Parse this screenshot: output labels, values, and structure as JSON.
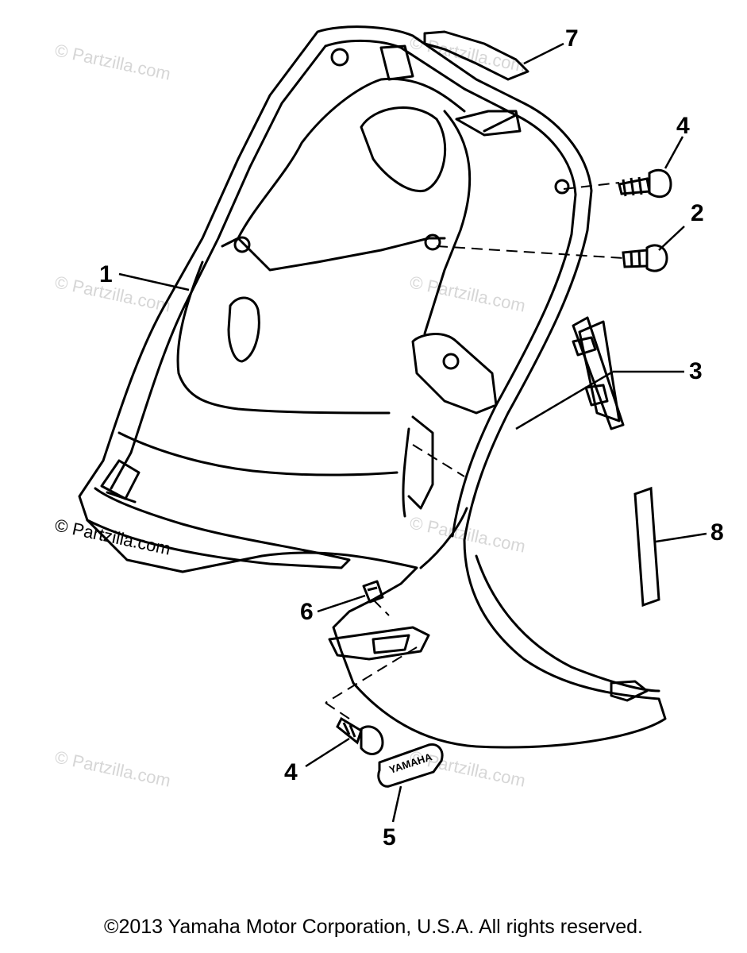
{
  "callouts": [
    {
      "id": "1",
      "label": "1"
    },
    {
      "id": "2",
      "label": "2"
    },
    {
      "id": "3",
      "label": "3"
    },
    {
      "id": "4a",
      "label": "4"
    },
    {
      "id": "4b",
      "label": "4"
    },
    {
      "id": "5",
      "label": "5"
    },
    {
      "id": "6",
      "label": "6"
    },
    {
      "id": "7",
      "label": "7"
    },
    {
      "id": "8",
      "label": "8"
    }
  ],
  "watermark": "© Partzilla.com",
  "emblem_text": "YAMAHA",
  "copyright": "©2013  Yamaha Motor Corporation, U.S.A. All rights reserved."
}
